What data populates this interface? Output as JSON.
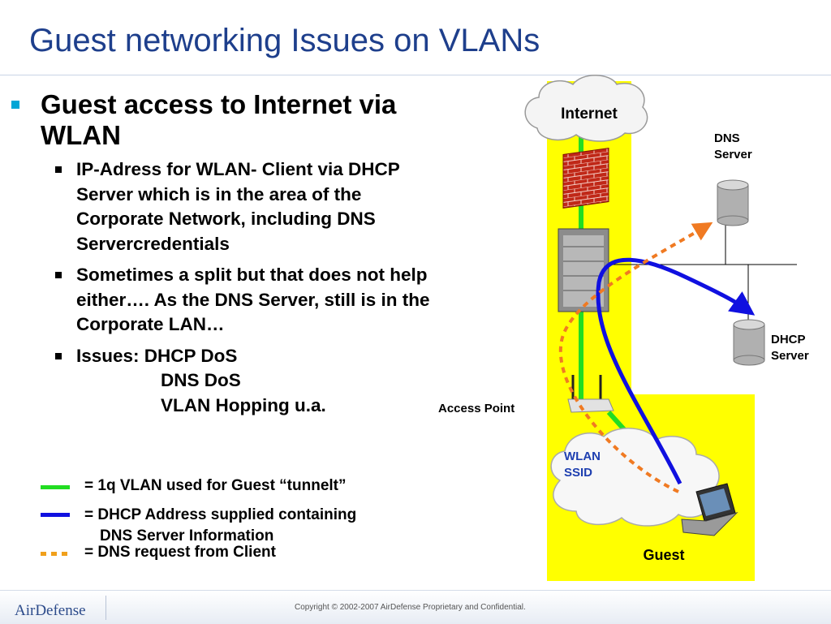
{
  "slide": {
    "title": "Guest networking Issues on VLANs",
    "bullet_main": "Guest access to Internet via WLAN",
    "sub_bullets": [
      "IP-Adress for WLAN- Client via DHCP Server which is in the area of the Corporate Network, including DNS Servercredentials",
      "Sometimes a split but that does not help either…. As the DNS Server, still is in the Corporate LAN…"
    ],
    "issues": {
      "label": "Issues: DHCP DoS",
      "line2": "DNS DoS",
      "line3": "VLAN Hopping u.a."
    }
  },
  "legend": [
    {
      "text": "= 1q VLAN used for Guest “tunnelt”",
      "color": "#22dd22"
    },
    {
      "text": "= DHCP Address supplied containing",
      "text2": "DNS Server Information",
      "color": "#1010e0"
    },
    {
      "text": "= DNS request from Client",
      "color": "#f08a1c"
    }
  ],
  "diagram": {
    "internet": "Internet",
    "dns_server_line1": "DNS",
    "dns_server_line2": "Server",
    "dhcp_server_line1": "DHCP",
    "dhcp_server_line2": "Server",
    "access_point": "Access Point",
    "wlan_line1": "WLAN",
    "wlan_line2": "SSID",
    "guest": "Guest",
    "colors": {
      "yellow": "#ffff00",
      "green": "#22dd22",
      "blue": "#1010e0",
      "orange": "#f07a22",
      "brick": "#c02818"
    }
  },
  "footer": {
    "logo": "AirDefense",
    "copyright": "Copyright  © 2002-2007 AirDefense Proprietary and Confidential."
  }
}
